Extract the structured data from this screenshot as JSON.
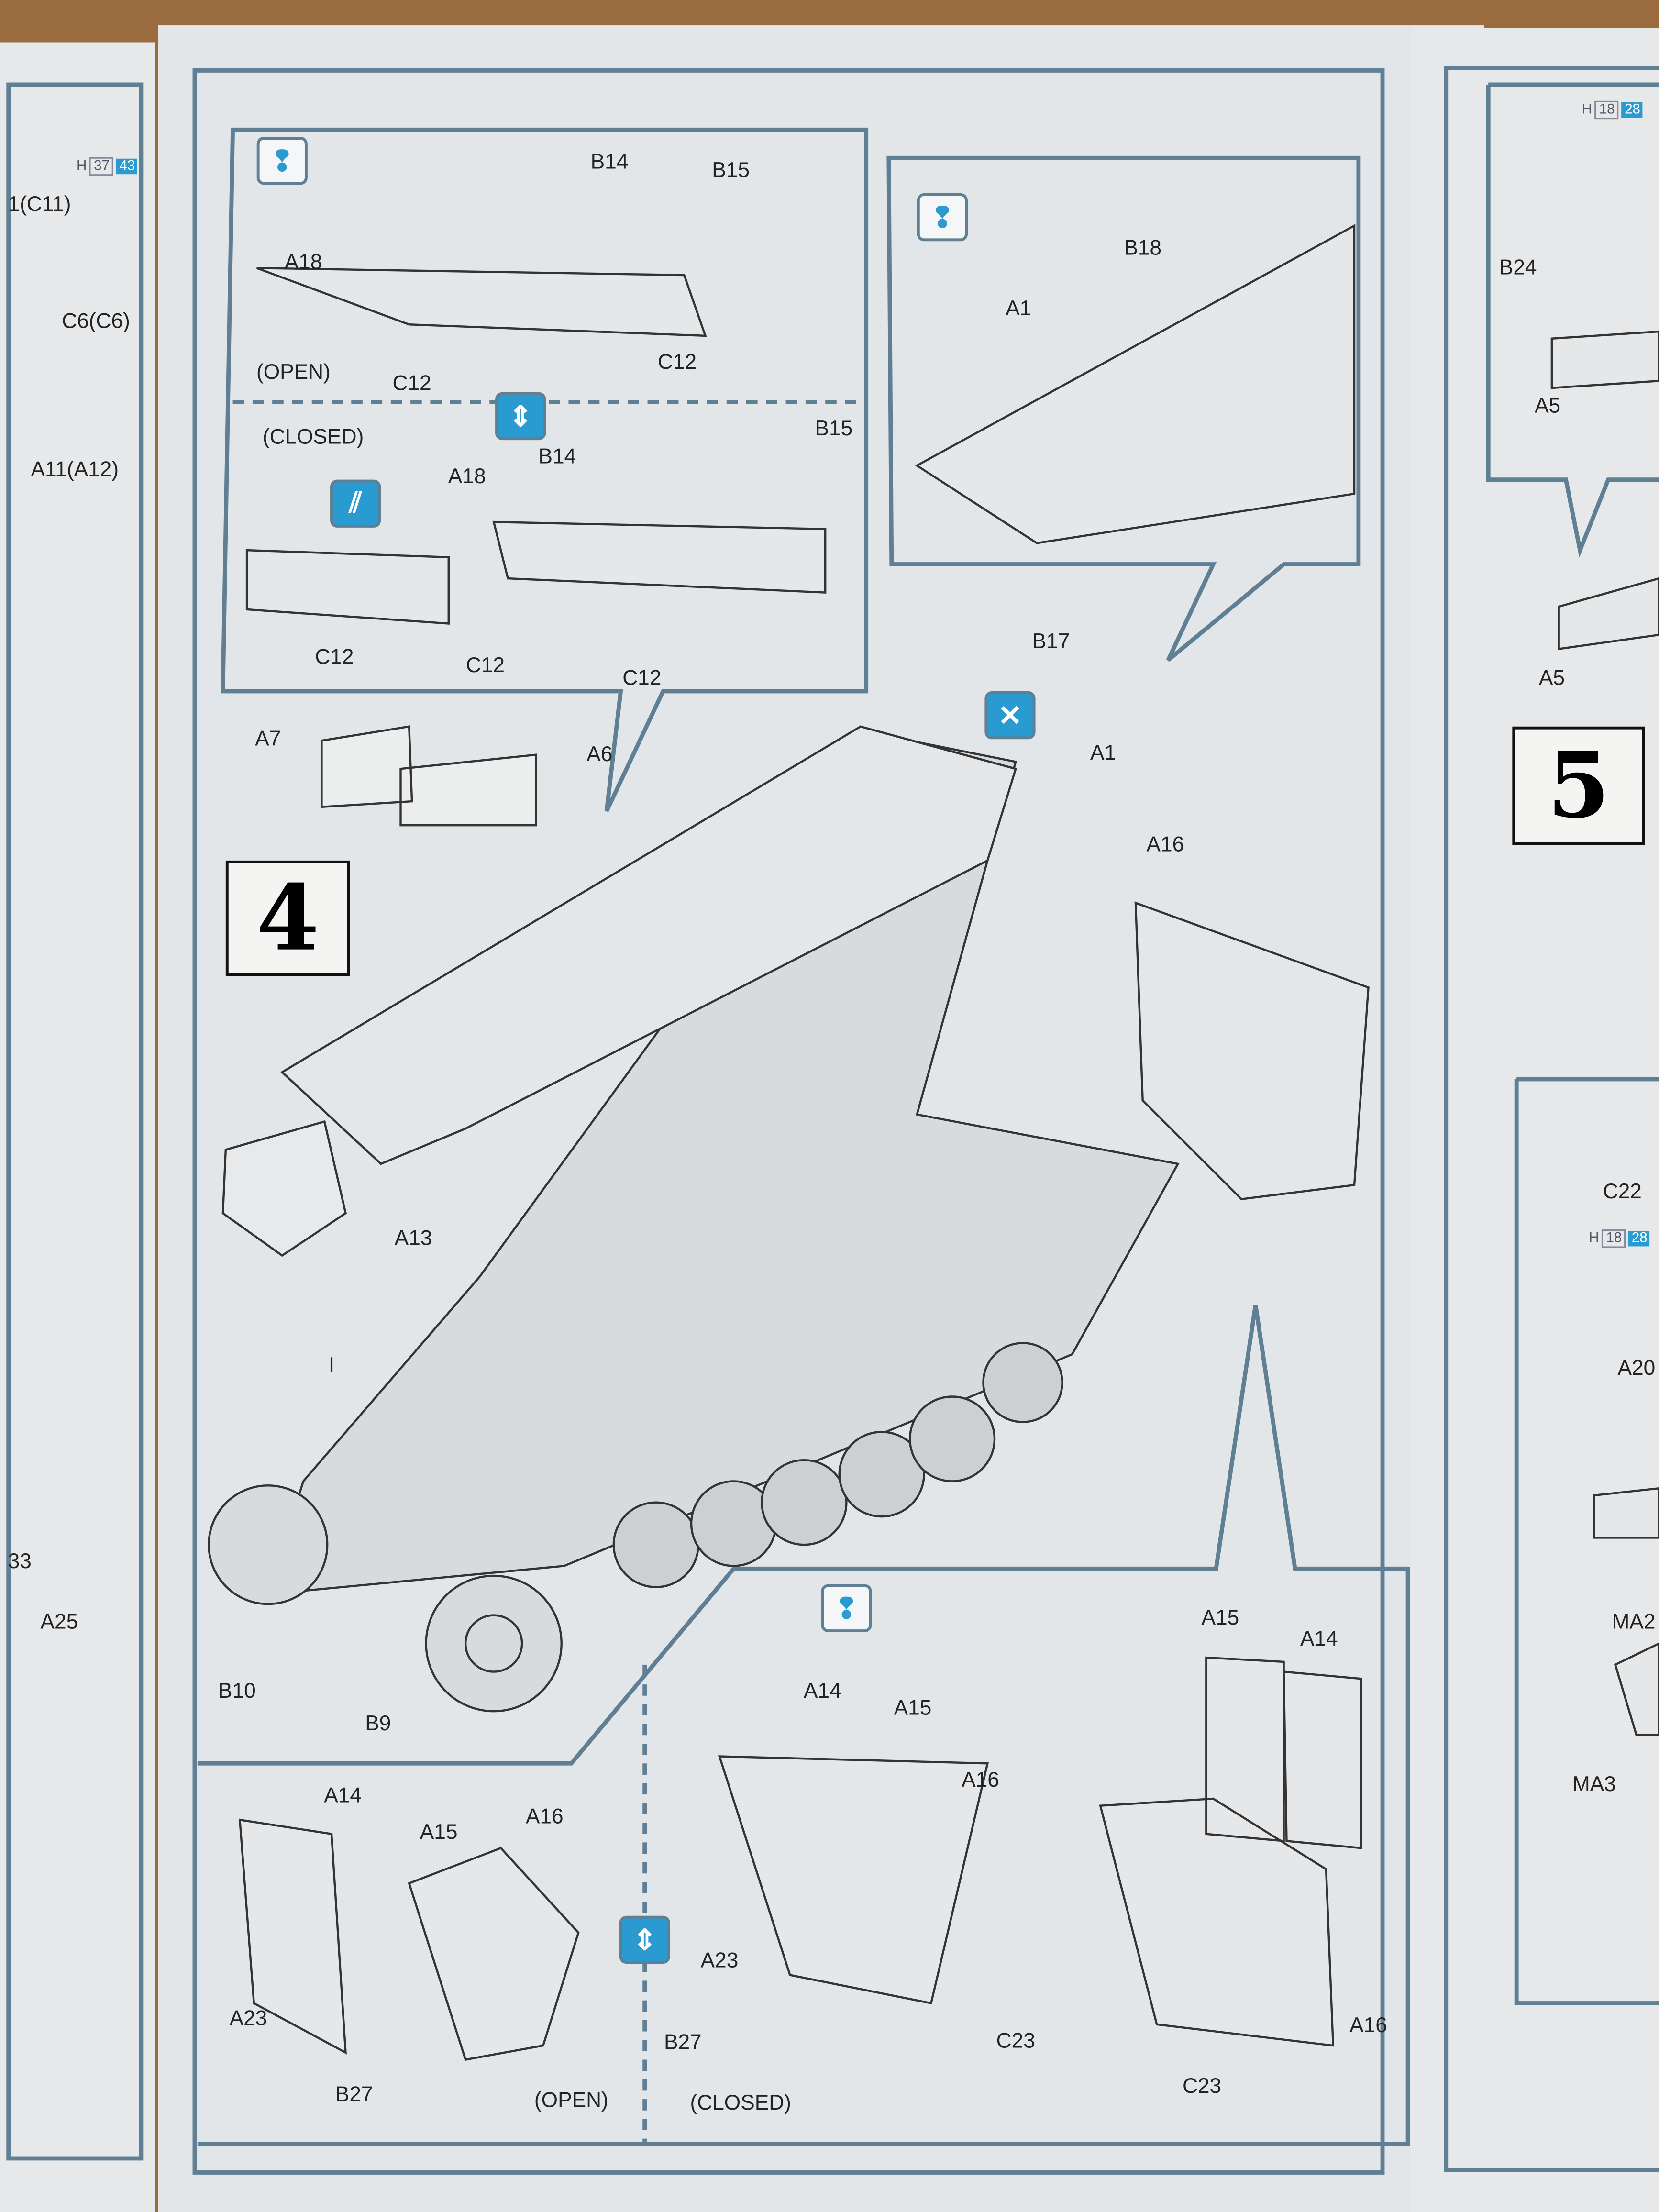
{
  "colors": {
    "accent": "#2a9bd0",
    "frame": "#5f7f95",
    "paper": "#e6e8ea"
  },
  "left_page": {
    "labels": [
      "1(C11)",
      "C6(C6)",
      "A11(A12)",
      "33",
      "A25"
    ],
    "hbadge": {
      "prefix": "H",
      "a": "37",
      "b": "43"
    }
  },
  "main_step": {
    "step_number": "4",
    "top_left_callout": {
      "labels": [
        "B14",
        "B15",
        "A18",
        "(OPEN)",
        "C12",
        "C12",
        "(CLOSED)",
        "B14",
        "B15",
        "A18",
        "C12",
        "C12",
        "C12"
      ]
    },
    "top_right_callout": {
      "labels": [
        "B18",
        "A1"
      ]
    },
    "assembly": {
      "labels": [
        "B17",
        "A1",
        "A7",
        "A6",
        "A16",
        "A13",
        "I",
        "B10",
        "B9"
      ]
    },
    "bottom_callout": {
      "labels": [
        "A14",
        "A15",
        "A16",
        "A23",
        "B27",
        "(OPEN)",
        "(CLOSED)",
        "A14",
        "A15",
        "A16",
        "A23",
        "B27",
        "A15",
        "A14",
        "C23",
        "C23",
        "A16"
      ]
    },
    "icons": [
      "paint-icon",
      "paint-icon",
      "alternative-icon",
      "cement-icon",
      "no-glue-icon",
      "paint-icon",
      "alternative-icon"
    ]
  },
  "right_page": {
    "step_number": "5",
    "labels": [
      "B24",
      "A5",
      "A5",
      "C22",
      "A20",
      "MA2",
      "MA3"
    ],
    "hbadges": [
      {
        "prefix": "H",
        "a": "18",
        "b": "28"
      },
      {
        "prefix": "H",
        "a": "18",
        "b": "28"
      }
    ]
  }
}
